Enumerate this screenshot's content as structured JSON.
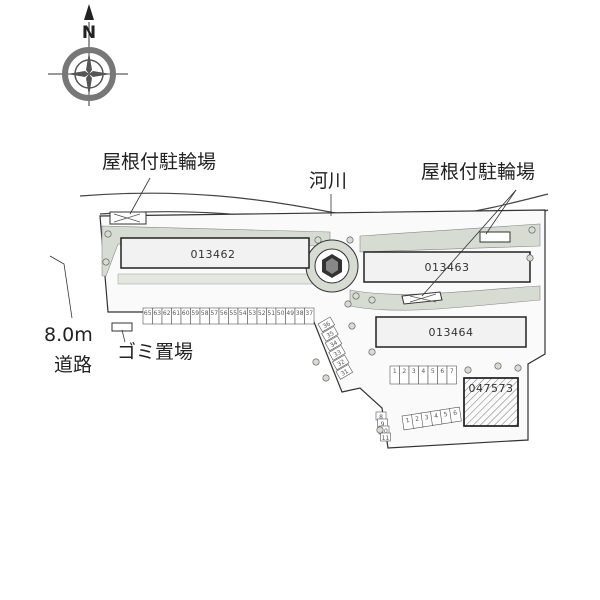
{
  "compass": {
    "north_letter": "N",
    "icon": "compass-rose-icon"
  },
  "labels": {
    "bike_shelter_left": "屋根付駐輪場",
    "bike_shelter_right": "屋根付駐輪場",
    "river": "河川",
    "road_width": "8.0m",
    "road": "道路",
    "garbage": "ゴミ置場"
  },
  "buildings": [
    {
      "id": "b1",
      "label": "013462"
    },
    {
      "id": "b2",
      "label": "013463"
    },
    {
      "id": "b3",
      "label": "013464"
    },
    {
      "id": "b4",
      "label": "047573"
    }
  ],
  "parking": {
    "row_top": [
      "65",
      "63",
      "62",
      "61",
      "60",
      "59",
      "58",
      "57",
      "56",
      "55",
      "54",
      "53",
      "52",
      "51",
      "50",
      "49",
      "38",
      "37"
    ],
    "row_diag": [
      "36",
      "35",
      "34",
      "33",
      "32",
      "31"
    ],
    "row_mid": [
      "1",
      "2",
      "3",
      "4",
      "5",
      "6",
      "7"
    ],
    "row_bottom": [
      "1",
      "2",
      "3",
      "4",
      "5",
      "6"
    ],
    "row_corner": [
      "8",
      "9",
      "10",
      "11"
    ]
  },
  "colors": {
    "line": "#333333",
    "green": "#d7dcd2",
    "building": "#f2f2f2",
    "hatch": "#777777"
  }
}
